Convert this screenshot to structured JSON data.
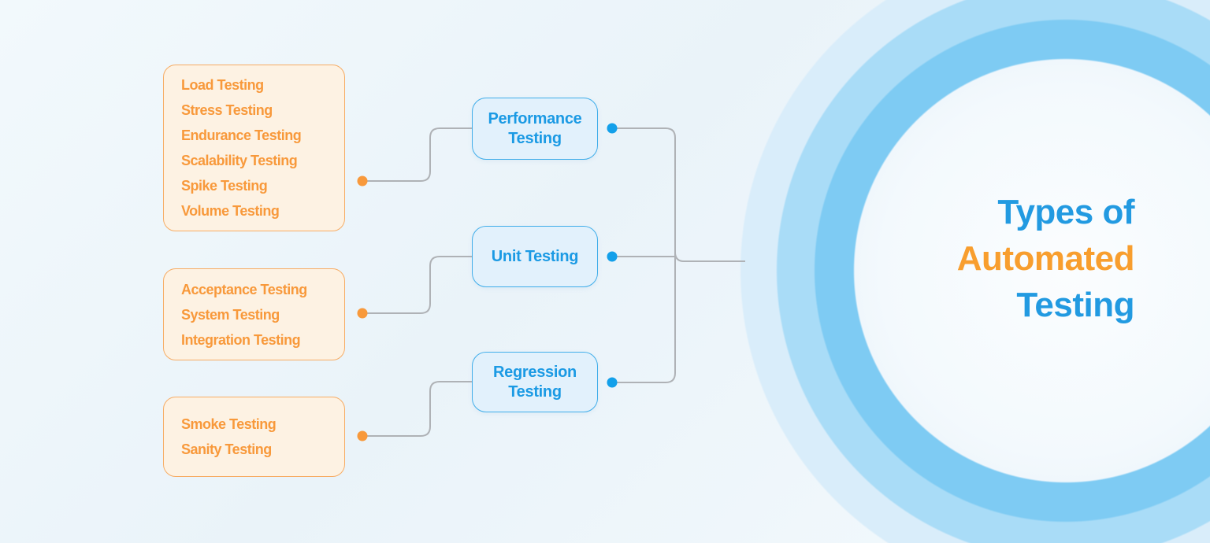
{
  "title": {
    "line1": "Types of",
    "line2": "Automated",
    "line3": "Testing"
  },
  "categories": [
    "Performance Testing",
    "Unit Testing",
    "Regression Testing"
  ],
  "groups": [
    {
      "items": [
        "Load Testing",
        "Stress Testing",
        "Endurance Testing",
        "Scalability Testing",
        "Spike Testing",
        "Volume Testing"
      ]
    },
    {
      "items": [
        "Acceptance Testing",
        "System Testing",
        "Integration Testing"
      ]
    },
    {
      "items": [
        "Smoke Testing",
        "Sanity Testing"
      ]
    }
  ],
  "colors": {
    "list_text_orange": "#F8993B",
    "list_box_fill": "#FDF2E3",
    "list_box_border": "#F7AC64",
    "category_text_blue": "#1B9AE4",
    "category_box_fill": "#E2F1FC",
    "category_box_border": "#41AEEA",
    "connector_gray": "#AFB2B6",
    "dot_orange": "#F8993B",
    "dot_blue": "#13A0EA",
    "title_blue": "#229AE1",
    "title_orange": "#F89E2E",
    "ring_inner_band": "#7ECBF3",
    "ring_mid_band": "#A9DCF7",
    "ring_outer_band": "#D9EDFA"
  }
}
